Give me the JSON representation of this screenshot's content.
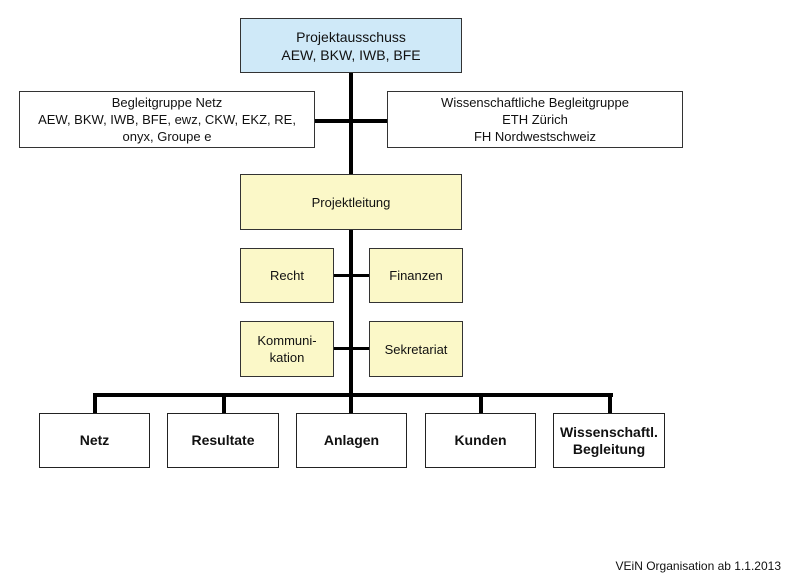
{
  "top": {
    "lines": [
      "Projektausschuss",
      "AEW, BKW, IWB, BFE"
    ]
  },
  "left_group": {
    "lines": [
      "Begleitgruppe Netz",
      "AEW, BKW, IWB, BFE, ewz, CKW, EKZ, RE,",
      "onyx, Groupe e"
    ]
  },
  "right_group": {
    "lines": [
      "Wissenschaftliche Begleitgruppe",
      "ETH Zürich",
      "FH Nordwestschweiz"
    ]
  },
  "lead": {
    "label": "Projektleitung"
  },
  "staff": {
    "recht": "Recht",
    "finanzen": "Finanzen",
    "kommunikation": [
      "Kommuni-",
      "kation"
    ],
    "sekretariat": "Sekretariat"
  },
  "bottom": {
    "netz": "Netz",
    "resultate": "Resultate",
    "anlagen": "Anlagen",
    "kunden": "Kunden",
    "wiss": [
      "Wissenschaftl.",
      "Begleitung"
    ]
  },
  "caption": "VEiN Organisation ab 1.1.2013",
  "colors": {
    "top_fill": "#cfe9f8",
    "lead_fill": "#fbf8c8",
    "line": "#000000"
  }
}
